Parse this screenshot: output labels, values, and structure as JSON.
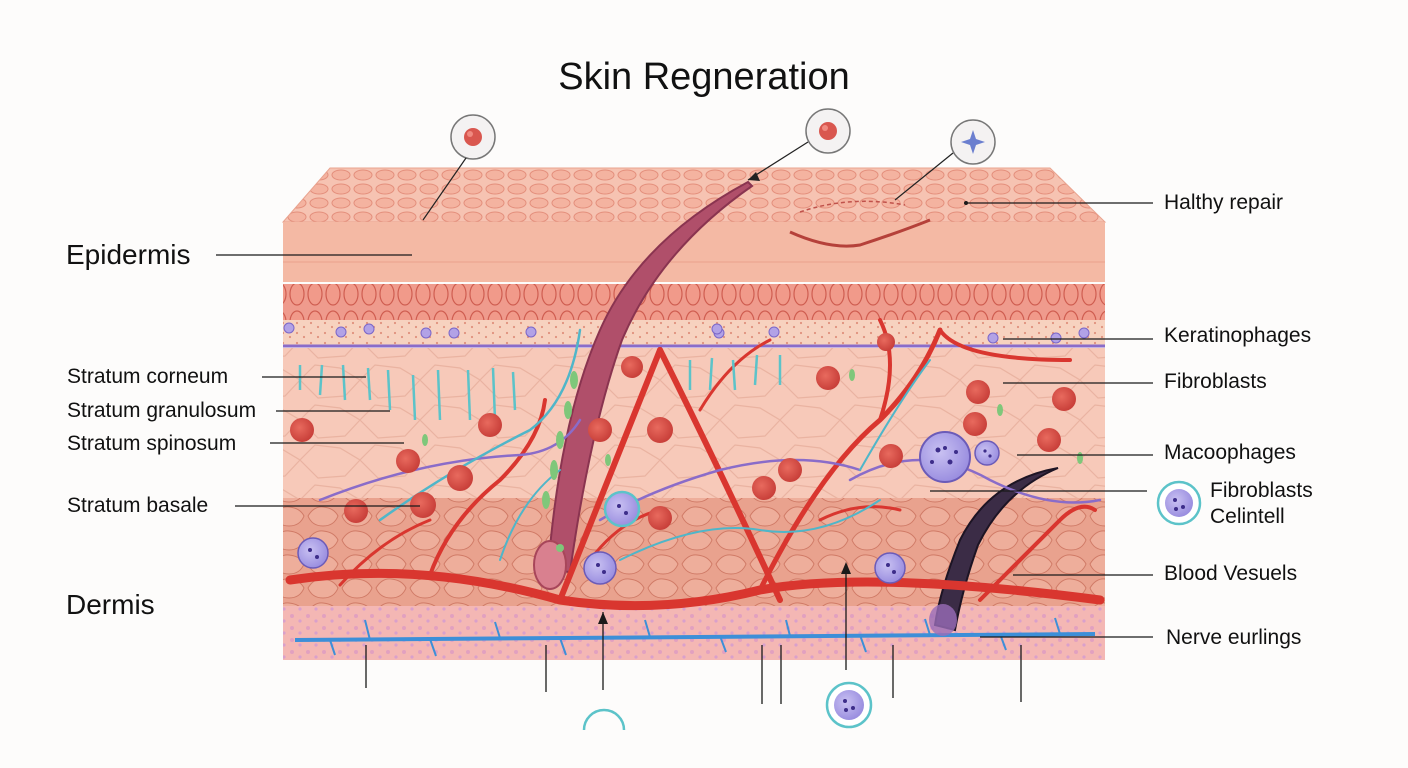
{
  "title": "Skin Regneration",
  "labels_left": {
    "epidermis": "Epidermis",
    "stratum_corneum": "Stratum corneum",
    "stratum_granulosum": "Stratum granulosum",
    "stratum_spinosum": "Stratum spinosum",
    "stratum_basale": "Stratum basale",
    "dermis": "Dermis"
  },
  "labels_right": {
    "healthy_repair": "Halthy repair",
    "keratinophages": "Keratinophages",
    "fibroblasts": "Fibroblasts",
    "macrophages": "Macoophages",
    "fibroblasts_cell_line1": "Fibroblasts",
    "fibroblasts_cell_line2": "Celintell",
    "blood_vessels": "Blood Vesuels",
    "nerve_endings": "Nerve eurlings"
  },
  "colors": {
    "epidermis_top": "#f3b9a7",
    "cells_outline": "#e48f7c",
    "vessel_red": "#d9362f",
    "nerve_blue": "#3d8fd8",
    "cell_teal": "#5cc3c9",
    "macrophage_purple": "#6b5bb8",
    "dermis_pink": "#f2a9a0"
  },
  "icons": [
    "cell-callout-icon",
    "star-cell-callout-icon",
    "macrophage-icon"
  ]
}
